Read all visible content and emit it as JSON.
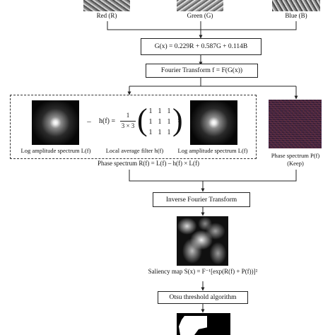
{
  "channels": {
    "red": "Red (R)",
    "green": "Green (G)",
    "blue": "Blue (B)"
  },
  "steps": {
    "grayscale": "G(x) = 0.229R + 0.587G + 0.114B",
    "fourier": "Fourier Transform f = F(G(x))",
    "inverse": "Inverse Fourier Transform",
    "otsu": "Otsu threshold algorithm"
  },
  "spectrum": {
    "log_amp_left": "Log amplitude spectrum L(f)",
    "filter_caption": "Local average filter h(f)",
    "log_amp_right": "Log amplitude spectrum L(f)",
    "minus": "–",
    "times": "×",
    "filter_lhs": "h(f) =",
    "frac_num": "1",
    "frac_den": "3 × 3",
    "matrix": [
      [
        "1",
        "1",
        "1"
      ],
      [
        "1",
        "1",
        "1"
      ],
      [
        "1",
        "1",
        "1"
      ]
    ],
    "phase_residual": "Phase spectrum R(f) = L(f) – h(f) × L(f)",
    "phase_keep_1": "Phase spectrum P(f)",
    "phase_keep_2": "(Keep)"
  },
  "saliency_caption": "Saliency map S(x) = F⁻¹[exp(R(f) + P(f))]²"
}
